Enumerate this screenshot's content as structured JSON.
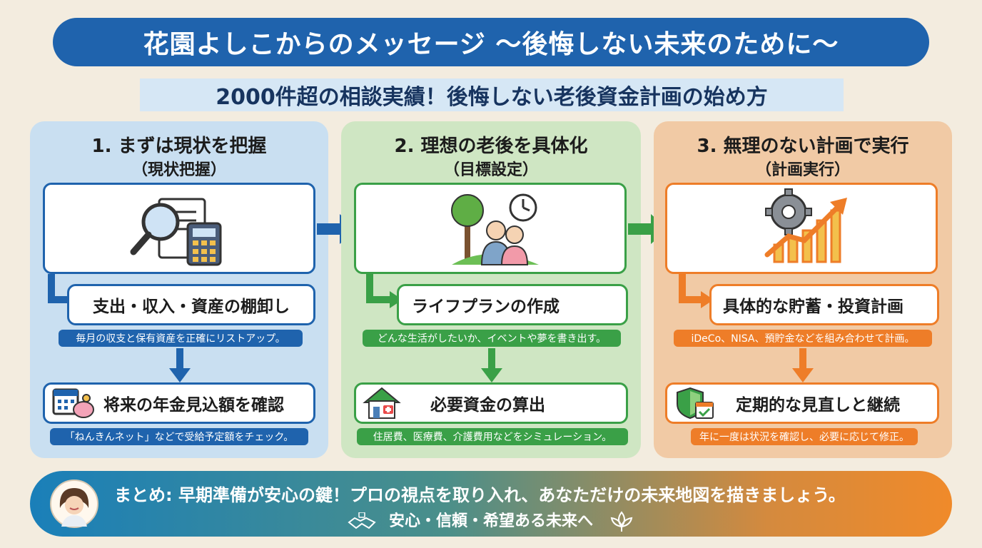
{
  "header": {
    "title": "花園よしこからのメッセージ ～後悔しない未来のために～",
    "subtitle": "2000件超の相談実績！後悔しない老後資金計画の始め方"
  },
  "colors": {
    "blue": "#1f63ad",
    "green": "#3aa047",
    "orange": "#ee7d28"
  },
  "columns": [
    {
      "heading": "1. まずは現状を把握",
      "sub": "（現状把握）",
      "icon": "magnifier-document-calculator-icon",
      "step1": "支出・収入・資産の棚卸し",
      "note1": "毎月の収支と保有資産を正確にリストアップ。",
      "step2_icon": "calendar-piggybank-icon",
      "step2": "将来の年金見込額を確認",
      "note2": "「ねんきんネット」などで受給予定額をチェック。"
    },
    {
      "heading": "2. 理想の老後を具体化",
      "sub": "（目標設定）",
      "icon": "elderly-couple-tree-clock-icon",
      "step1": "ライフプランの作成",
      "note1": "どんな生活がしたいか、イベントや夢を書き出す。",
      "step2_icon": "house-medical-icon",
      "step2": "必要資金の算出",
      "note2": "住居費、医療費、介護費用などをシミュレーション。"
    },
    {
      "heading": "3. 無理のない計画で実行",
      "sub": "（計画実行）",
      "icon": "gear-growth-chart-icon",
      "step1": "具体的な貯蓄・投資計画",
      "note1": "iDeCo、NISA、預貯金などを組み合わせて計画。",
      "step2_icon": "shield-calendar-icon",
      "step2": "定期的な見直しと継続",
      "note2": "年に一度は状況を確認し、必要に応じて修正。"
    }
  ],
  "summary": {
    "main": "まとめ: 早期準備が安心の鍵！プロの視点を取り入れ、あなただけの未来地図を描きましょう。",
    "sub": "安心・信頼・希望ある未来へ"
  }
}
